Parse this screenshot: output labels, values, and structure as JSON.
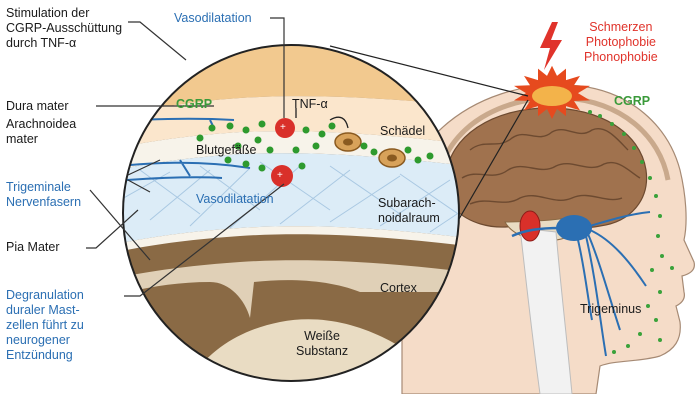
{
  "labels": {
    "stimulation": "Stimulation der\nCGRP-Ausschüttung\ndurch TNF-α",
    "vasodilatation_top": "Vasodilatation",
    "dura_mater": "Dura mater",
    "arachnoidea": "Arachnoidea\nmater",
    "cgrp_inner": "CGRP",
    "tnf_alpha": "TNF-α",
    "schaedel": "Schädel",
    "blutgefaesse": "Blutgefäße",
    "trigeminale": "Trigeminale\nNervenfasern",
    "vasodilatation_bottom": "Vasodilatation",
    "subarachnoidalraum": "Subarach-\nnoidalraum",
    "pia_mater": "Pia Mater",
    "degranulation": "Degranulation\nduraler Mast-\nzellen führt zu\nneurogener\nEntzündung",
    "cortex": "Cortex",
    "weisse_substanz": "Weiße\nSubstanz",
    "schmerzen": "Schmerzen\nPhotophobie\nPhonophobie",
    "cgrp_head": "CGRP",
    "trigeminus": "Trigeminus",
    "mast_cell_mark": "+"
  },
  "colors": {
    "label_dark": "#1a1a1a",
    "label_blue": "#2b6fb3",
    "label_green": "#3a9a3a",
    "label_red": "#e0332b",
    "skull": "#f2c98f",
    "dura": "#fbe6cc",
    "vessel_layer": "#cfe3f2",
    "subarachnoid": "#dcecf7",
    "cortex": "#8a6a45",
    "white_matter": "#e9dcc3",
    "brain": "#a0724e",
    "skin": "#f5dcc8",
    "nerve": "#2b6fb3",
    "cgrp_dot": "#3aa23a",
    "mast_cell": "#d9302a",
    "pain_burst": "#e64a1e"
  },
  "icons": {
    "lightning": "lightning-bolt-icon",
    "pain": "pain-burst-icon"
  }
}
